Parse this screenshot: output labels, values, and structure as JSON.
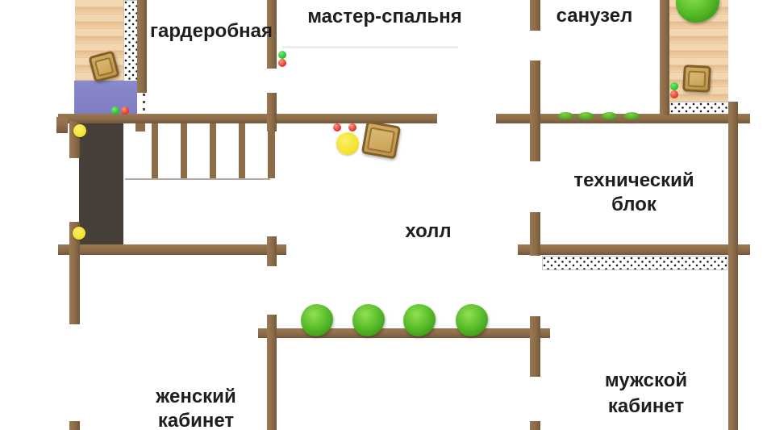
{
  "plan_type": "floor-plan",
  "rooms": {
    "wardrobe": {
      "label": "гардеробная"
    },
    "master_bedroom": {
      "label": "мастер-спальня"
    },
    "bathroom": {
      "label": "санузел"
    },
    "technical_block": {
      "label": "технический блок"
    },
    "hall": {
      "label": "холл"
    },
    "womens_office": {
      "label": "женский кабинет"
    },
    "mens_office": {
      "label": "мужской кабинет"
    }
  },
  "icons": {
    "light": "ceiling-light (yellow circle)",
    "socket_green": "status-dot-green",
    "socket_red": "status-dot-red",
    "basket": "storage-basket",
    "tree": "plant",
    "bush": "hedge-bush",
    "hatch": "insulation-dotted-area",
    "wood": "wood-deck-flooring"
  },
  "colors": {
    "wall": "#8d6c49",
    "wood_floor": "#eed0ab",
    "stair_void": "#474039",
    "rug": "#8483c7",
    "light": "#f3e126",
    "socket_green": "#1cb81c",
    "socket_red": "#dd2b1c",
    "greenery": "#58bd2a",
    "label_text": "#1e1e1e"
  }
}
